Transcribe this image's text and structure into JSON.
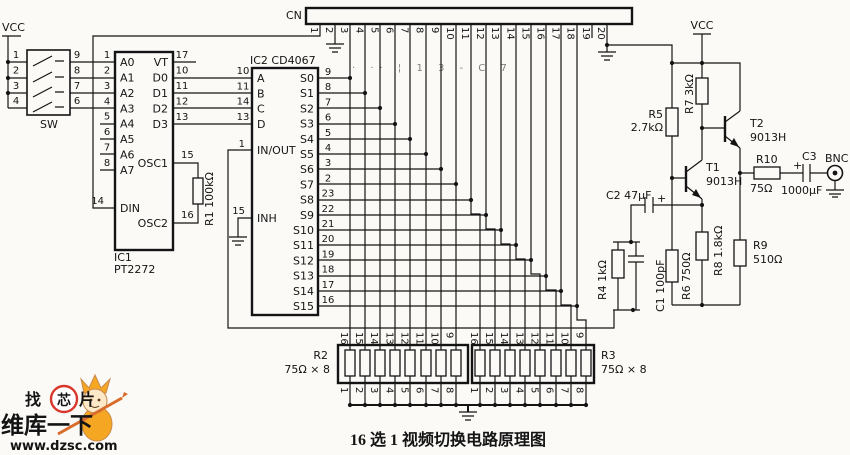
{
  "title": "16 选 1 视频切换电路原理图",
  "red_stamp": "· ··  ¦ 1 3 ­- C 7",
  "colors": {
    "line": "#141414",
    "brand_red": "#e0312d",
    "logo_orange": "#f5a623"
  },
  "power": {
    "vcc_left": "VCC",
    "vcc_right": "VCC"
  },
  "connector": {
    "label": "CN",
    "pins": [
      "1",
      "2",
      "3",
      "4",
      "5",
      "6",
      "7",
      "8",
      "9",
      "10",
      "11",
      "12",
      "13",
      "14",
      "15",
      "16",
      "17",
      "18",
      "19",
      "20"
    ]
  },
  "sw": {
    "label": "SW",
    "left_pins": [
      "1",
      "2",
      "3",
      "4"
    ],
    "right_pins": [
      "9",
      "8",
      "7",
      "6"
    ]
  },
  "ic1": {
    "ref": "IC1",
    "part": "PT2272",
    "left_labels": [
      "A0",
      "A1",
      "A2",
      "A3",
      "A4",
      "A5",
      "A6",
      "A7"
    ],
    "left_pins": [
      "1",
      "2",
      "3",
      "4",
      "5",
      "6",
      "7",
      "8"
    ],
    "din_label": "DIN",
    "din_pin": "14",
    "right_labels": [
      "VT",
      "D0",
      "D1",
      "D2",
      "D3"
    ],
    "right_pins": [
      "17",
      "10",
      "11",
      "12",
      "13"
    ],
    "osc1_label": "OSC1",
    "osc1_pin": "15",
    "osc2_label": "OSC2",
    "osc2_pin": "16"
  },
  "r1": {
    "label": "R1 100kΩ"
  },
  "ic2": {
    "ref_line": "IC2 CD4067",
    "left_labels": [
      "A",
      "B",
      "C",
      "D"
    ],
    "left_pins": [
      "10",
      "11",
      "14",
      "13"
    ],
    "inout_label": "IN/OUT",
    "inout_pin": "1",
    "inh_label": "INH",
    "inh_pin": "15",
    "s_labels": [
      "S0",
      "S1",
      "S2",
      "S3",
      "S4",
      "S5",
      "S6",
      "S7",
      "S8",
      "S9",
      "S10",
      "S11",
      "S12",
      "S13",
      "S14",
      "S15"
    ],
    "s_pins": [
      "9",
      "8",
      "7",
      "6",
      "5",
      "4",
      "3",
      "2",
      "23",
      "22",
      "21",
      "20",
      "19",
      "18",
      "17",
      "16"
    ]
  },
  "networks": {
    "r2_ref": "R2",
    "r2_value": "75Ω × 8",
    "r3_ref": "R3",
    "r3_value": "75Ω × 8",
    "top_pins": [
      "16",
      "15",
      "14",
      "13",
      "12",
      "11",
      "10",
      "9"
    ],
    "bottom_pins": [
      "1",
      "2",
      "3",
      "4",
      "5",
      "6",
      "7",
      "8"
    ]
  },
  "amp": {
    "r5_ref": "R5",
    "r5_value": "2.7kΩ",
    "r7_label": "R7 3kΩ",
    "t1_ref": "T1",
    "t1_part": "9013H",
    "t2_ref": "T2",
    "t2_part": "9013H",
    "r10_ref": "R10",
    "r10_value": "75Ω",
    "c2_label": "C2 47μF",
    "c2_plus": "+",
    "c3_plus": "+",
    "c3_ref": "C3",
    "c3_value": "1000μF",
    "bnc_label": "BNC",
    "r9_ref": "R9",
    "r9_value": "510Ω",
    "r8_label": "R8 1.8kΩ",
    "r6_label": "R6 750Ω",
    "c1_label": "C1 100pF",
    "r4_label": "R4 1kΩ"
  },
  "watermark": {
    "find_left": "找",
    "find_mid": "芯",
    "find_right": "片",
    "brand": "维库一下",
    "site": "www.dzsc.com"
  }
}
